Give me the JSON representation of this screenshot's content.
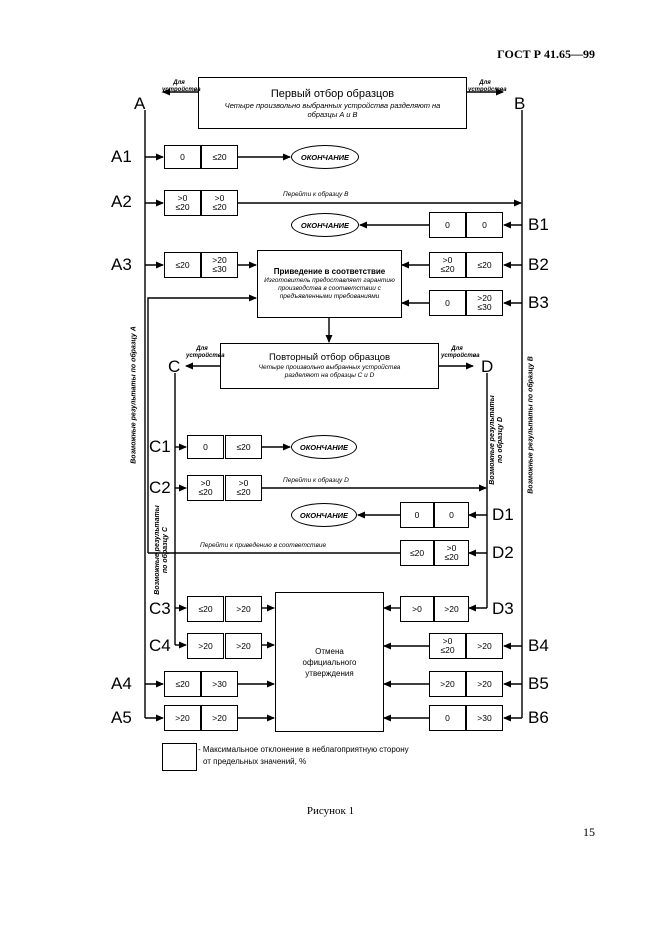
{
  "header": "ГОСТ Р 41.65—99",
  "page_number": "15",
  "caption": "Рисунок 1",
  "first_sampling": {
    "title": "Первый отбор образцов",
    "subtitle": "Четыре произвольно выбранных устройства разделяют на образцы A и B",
    "left_note": "Для устройства",
    "right_note": "Для устройства"
  },
  "repeat_sampling": {
    "title": "Повторный отбор образцов",
    "subtitle": "Четыре произвольно выбранных устройства разделяют на образцы C и D",
    "left_note": "Для устройства",
    "right_note": "Для устройства"
  },
  "conformity": {
    "title": "Приведение в соответствие",
    "subtitle": "Изготовитель предоставляет гарантию производства в соответствии с предъявленными требованиями"
  },
  "withdrawal": {
    "title": "Отмена официального утверждения"
  },
  "end_label": "ОКОНЧАНИЕ",
  "labels": {
    "A": "A",
    "B": "B",
    "C": "C",
    "D": "D",
    "A1": "A1",
    "A2": "A2",
    "A3": "A3",
    "A4": "A4",
    "A5": "A5",
    "B1": "B1",
    "B2": "B2",
    "B3": "B3",
    "B4": "B4",
    "B5": "B5",
    "B6": "B6",
    "C1": "C1",
    "C2": "C2",
    "C3": "C3",
    "C4": "C4",
    "D1": "D1",
    "D2": "D2",
    "D3": "D3"
  },
  "cells": {
    "A1": [
      "0",
      "≤20"
    ],
    "A2": [
      ">0\n≤20",
      ">0\n≤20"
    ],
    "A3": [
      "≤20",
      ">20\n≤30"
    ],
    "A4": [
      "≤20",
      ">30"
    ],
    "A5": [
      ">20",
      ">20"
    ],
    "B1": [
      "0",
      "0"
    ],
    "B2": [
      ">0\n≤20",
      "≤20"
    ],
    "B3": [
      "0",
      ">20\n≤30"
    ],
    "B4": [
      ">0\n≤20",
      ">20"
    ],
    "B5": [
      ">20",
      ">20"
    ],
    "B6": [
      "0",
      ">30"
    ],
    "C1": [
      "0",
      "≤20"
    ],
    "C2": [
      ">0\n≤20",
      ">0\n≤20"
    ],
    "C3": [
      "≤20",
      ">20"
    ],
    "C4": [
      ">20",
      ">20"
    ],
    "D1": [
      "0",
      "0"
    ],
    "D2": [
      "≤20",
      ">0\n≤20"
    ],
    "D3": [
      ">0",
      ">20"
    ]
  },
  "notes": {
    "goto_b": "Перейти к образцу B",
    "goto_d": "Перейти к образцу D",
    "goto_conformity": "Перейти к приведению в соответствие"
  },
  "side_texts": {
    "results_a": "Возможные результаты по образцу A",
    "results_b": "Возможные результаты по образцу B",
    "results_c": "Возможные результаты\nпо образцу C",
    "results_d": "Возможные результаты\nпо образцу D"
  },
  "legend": {
    "line1": "- Максимальное отклонение в неблагоприятную сторону",
    "line2": "от предельных значений, %"
  }
}
